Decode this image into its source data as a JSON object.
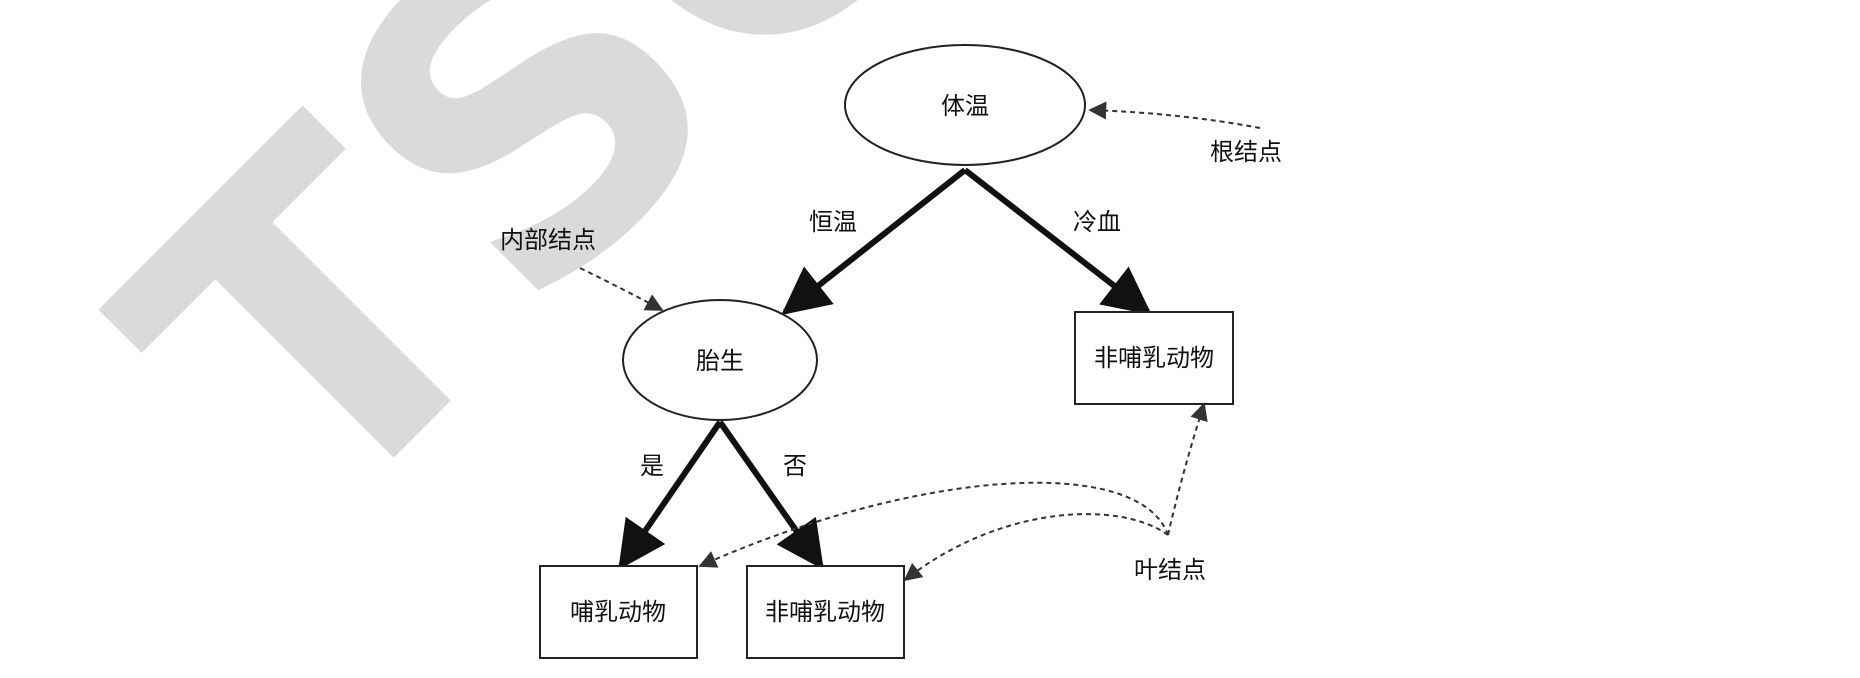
{
  "watermark": {
    "text": "TSO",
    "color": "#d9d9d9"
  },
  "nodes": {
    "root": {
      "label": "体温",
      "shape": "ellipse"
    },
    "internal": {
      "label": "胎生",
      "shape": "ellipse"
    },
    "leaf_cold": {
      "label": "非哺乳动物",
      "shape": "rectangle"
    },
    "leaf_mammal": {
      "label": "哺乳动物",
      "shape": "rectangle"
    },
    "leaf_nonmammal": {
      "label": "非哺乳动物",
      "shape": "rectangle"
    }
  },
  "edges": {
    "warm": {
      "label": "恒温"
    },
    "cold": {
      "label": "冷血"
    },
    "yes": {
      "label": "是"
    },
    "no": {
      "label": "否"
    }
  },
  "annotations": {
    "root_node": {
      "label": "根结点"
    },
    "internal_node": {
      "label": "内部结点"
    },
    "leaf_node": {
      "label": "叶结点"
    }
  },
  "colors": {
    "edge": "#111111",
    "node_stroke": "#222222",
    "annotation_stroke": "#333333"
  }
}
